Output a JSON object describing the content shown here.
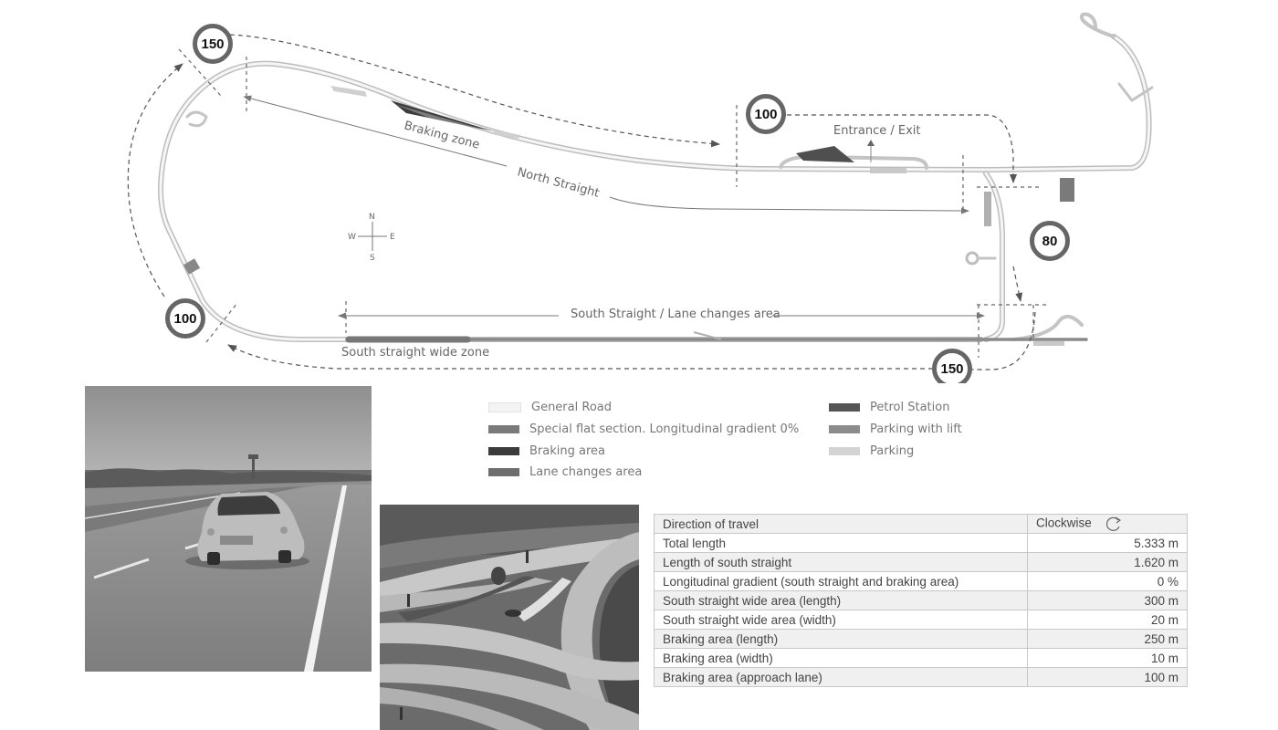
{
  "map": {
    "labels": {
      "braking_zone": "Braking zone",
      "north_straight": "North Straight",
      "entrance_exit": "Entrance / Exit",
      "south_straight": "South Straight / Lane changes area",
      "south_wide": "South straight wide zone"
    },
    "compass": {
      "n": "N",
      "e": "E",
      "s": "S",
      "w": "W"
    },
    "speed_signs": [
      {
        "name": "nw",
        "value": "150"
      },
      {
        "name": "north",
        "value": "100"
      },
      {
        "name": "east",
        "value": "80"
      },
      {
        "name": "sw",
        "value": "100"
      },
      {
        "name": "se",
        "value": "150"
      }
    ]
  },
  "legend": {
    "items": [
      {
        "label": "General Road",
        "color": "#f4f4f4"
      },
      {
        "label": "Special flat section. Longitudinal gradient 0%",
        "color": "#7a7a7a"
      },
      {
        "label": "Braking area",
        "color": "#3c3c3c"
      },
      {
        "label": "Lane changes area",
        "color": "#6e6e6e"
      },
      {
        "label": "Petrol Station",
        "color": "#555555"
      },
      {
        "label": "Parking with lift",
        "color": "#8c8c8c"
      },
      {
        "label": "Parking",
        "color": "#d3d3d3"
      }
    ]
  },
  "specs": {
    "header": {
      "label": "Direction of travel",
      "value": "Clockwise"
    },
    "rows": [
      {
        "label": "Total length",
        "value": "5.333 m"
      },
      {
        "label": "Length of south straight",
        "value": "1.620 m"
      },
      {
        "label": "Longitudinal gradient (south straight and braking area)",
        "value": "0 %"
      },
      {
        "label": "South straight wide area (length)",
        "value": "300 m"
      },
      {
        "label": "South straight wide area (width)",
        "value": "20 m"
      },
      {
        "label": "Braking area (length)",
        "value": "250 m"
      },
      {
        "label": "Braking area (width)",
        "value": "10 m"
      },
      {
        "label": "Braking area (approach lane)",
        "value": "100 m"
      }
    ]
  }
}
